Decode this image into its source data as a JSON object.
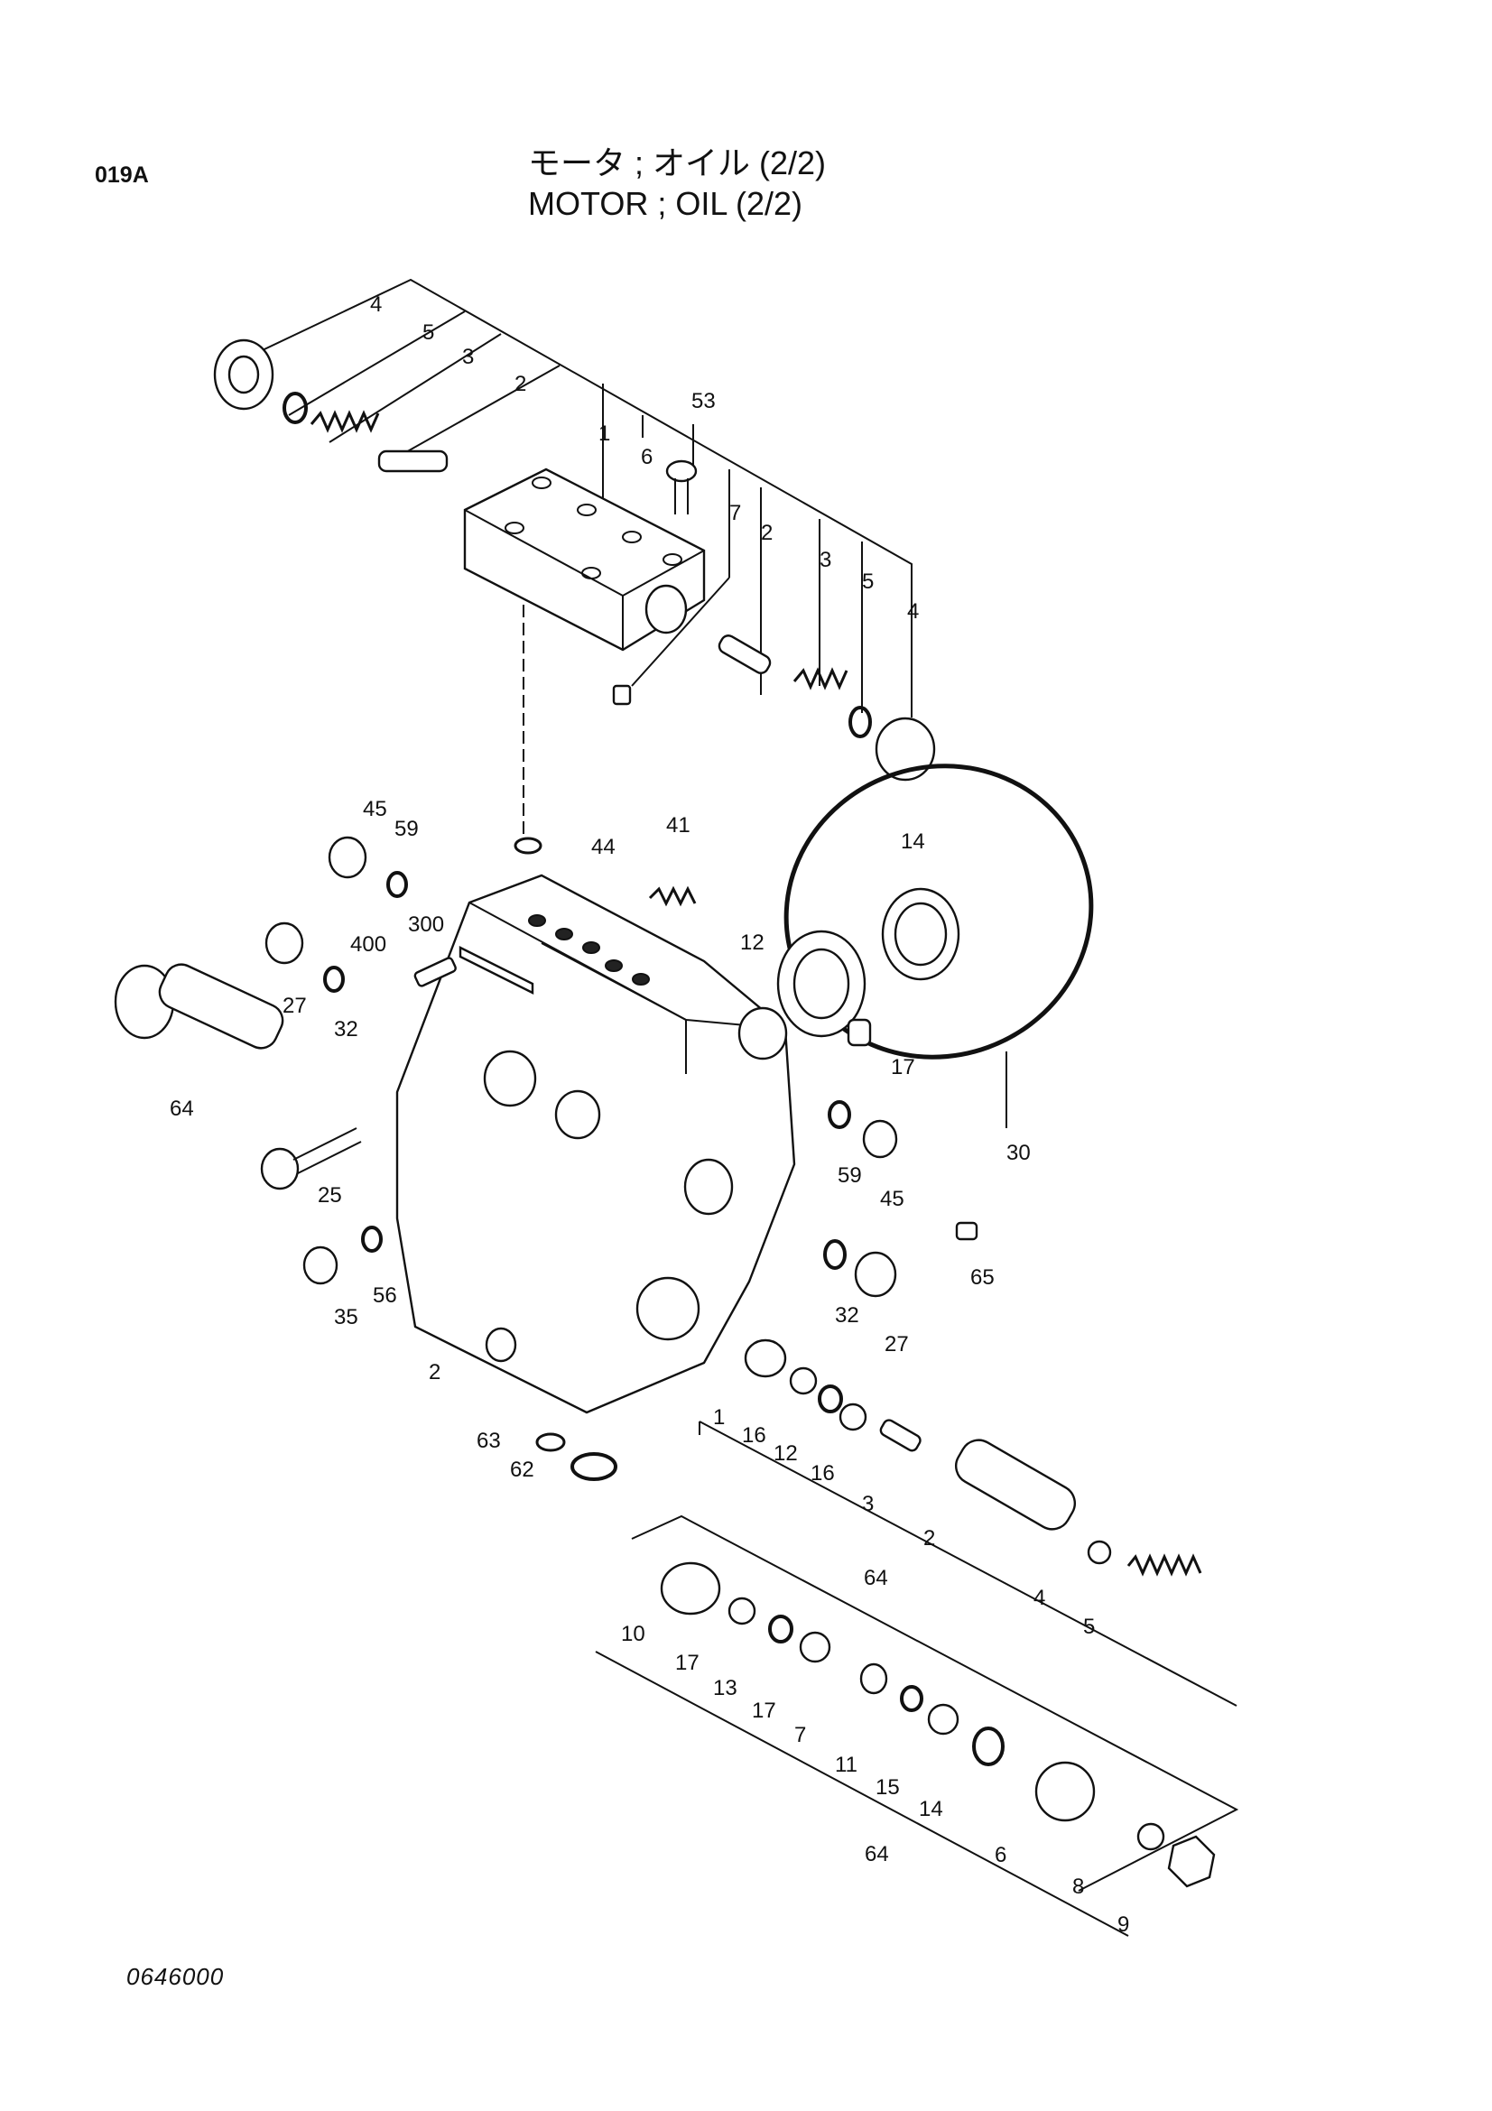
{
  "page_code": "019A",
  "title_jp": "モータ ; オイル (2/2)",
  "title_en": "MOTOR ; OIL (2/2)",
  "footer_code": "0646000",
  "callouts": [
    "4",
    "5",
    "3",
    "2",
    "1",
    "53",
    "6",
    "7",
    "2",
    "3",
    "5",
    "4",
    "45",
    "59",
    "44",
    "41",
    "14",
    "300",
    "400",
    "12",
    "27",
    "32",
    "64",
    "17",
    "30",
    "59",
    "45",
    "25",
    "65",
    "35",
    "56",
    "32",
    "27",
    "2",
    "63",
    "62",
    "1",
    "16",
    "12",
    "16",
    "3",
    "2",
    "64",
    "4",
    "5",
    "10",
    "17",
    "13",
    "17",
    "7",
    "11",
    "15",
    "14",
    "64",
    "6",
    "8",
    "9"
  ]
}
